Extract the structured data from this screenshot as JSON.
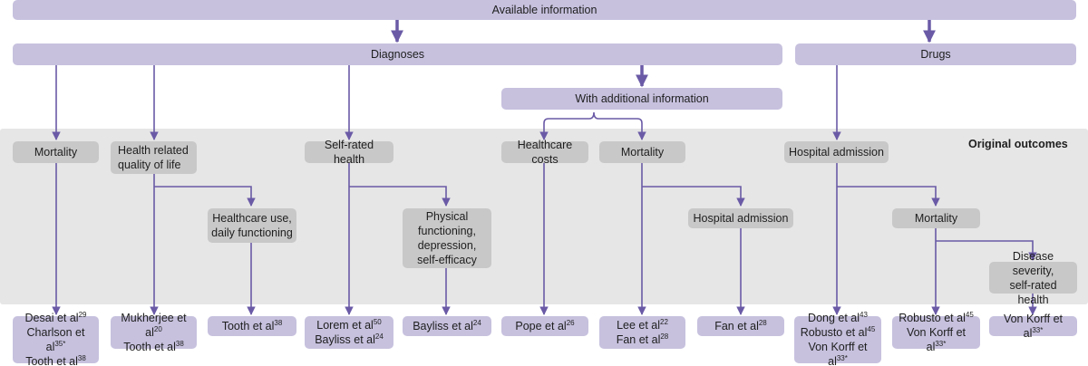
{
  "header": {
    "available": "Available information",
    "diagnoses": "Diagnoses",
    "drugs": "Drugs",
    "with_additional": "With additional information",
    "original_outcomes": "Original outcomes"
  },
  "outcomes": {
    "mortality_1": "Mortality",
    "hrqol": [
      "Health related",
      "quality of life"
    ],
    "self_rated": "Self-rated health",
    "healthcare_costs": "Healthcare costs",
    "mortality_2": "Mortality",
    "hospital_admission_1": "Hospital admission",
    "healthcare_use": [
      "Healthcare use,",
      "daily functioning"
    ],
    "physical": [
      "Physical",
      "functioning,",
      "depression,",
      "self-efficacy"
    ],
    "hospital_admission_2": "Hospital admission",
    "mortality_3": "Mortality",
    "disease_severity": [
      "Disease severity,",
      "self-rated health"
    ]
  },
  "refs": {
    "r1": [
      {
        "text": "Desai et al",
        "sup": "29"
      },
      {
        "text": "Charlson et al",
        "sup": "35*"
      },
      {
        "text": "Tooth et al",
        "sup": "38"
      }
    ],
    "r2": [
      {
        "text": "Mukherjee et al",
        "sup": "20"
      },
      {
        "text": "Tooth et al",
        "sup": "38"
      }
    ],
    "r3": [
      {
        "text": "Tooth et al",
        "sup": "38"
      }
    ],
    "r4": [
      {
        "text": "Lorem et al",
        "sup": "50"
      },
      {
        "text": "Bayliss et al",
        "sup": "24"
      }
    ],
    "r5": [
      {
        "text": "Bayliss et al",
        "sup": "24"
      }
    ],
    "r6": [
      {
        "text": "Pope et al",
        "sup": "26"
      }
    ],
    "r7": [
      {
        "text": "Lee et al",
        "sup": "22"
      },
      {
        "text": "Fan et al",
        "sup": "28"
      }
    ],
    "r8": [
      {
        "text": "Fan et al",
        "sup": "28"
      }
    ],
    "r9": [
      {
        "text": "Dong et al",
        "sup": "43"
      },
      {
        "text": "Robusto et al",
        "sup": "45"
      },
      {
        "text": "Von Korff et al",
        "sup": "33*"
      }
    ],
    "r10": [
      {
        "text": "Robusto et al",
        "sup": "45"
      },
      {
        "text": "Von Korff et al",
        "sup": "33*"
      }
    ],
    "r11": [
      {
        "text": "Von Korff et al",
        "sup": "33*"
      }
    ]
  },
  "colors": {
    "box_purple": "#c7c1de",
    "box_grey": "#c8c8c8",
    "panel_grey": "#e6e6e6",
    "line": "#6a5aa6"
  }
}
